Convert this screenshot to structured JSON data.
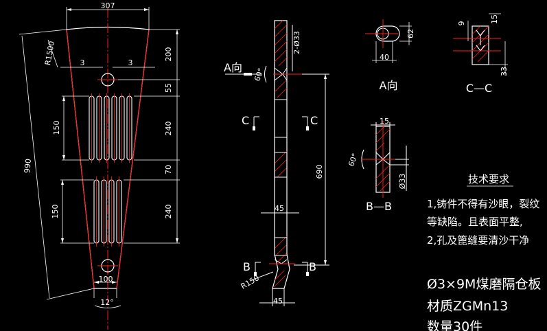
{
  "left_view": {
    "dims": {
      "top_width": "307",
      "r1500": "R1500",
      "gap_left": "3",
      "gap_right": "3",
      "d200": "200",
      "d55": "55",
      "d240a": "240",
      "d70": "70",
      "d240b": "240",
      "d150a": "150",
      "d150b": "150",
      "d990": "990",
      "bottom_width": "100",
      "angle": "12°"
    }
  },
  "side_view": {
    "view_a": "A向",
    "angle": "60°",
    "hole": "2-Ø33",
    "sec_c_left": "C",
    "sec_c_right": "C",
    "d690": "690",
    "d45_mid": "45",
    "sec_b_left": "B",
    "sec_b_right": "B",
    "r150": "R150",
    "d45_bottom": "45"
  },
  "detail_a": {
    "d62": "62",
    "d40": "40",
    "title": "A向"
  },
  "detail_c": {
    "d9": "9",
    "d15": "15",
    "d33": "33",
    "title": "C—C"
  },
  "detail_b": {
    "d15": "15",
    "angle": "60°",
    "hole": "Ø33",
    "title": "B—B"
  },
  "notes": {
    "heading": "技术要求",
    "line1": "1,铸件不得有沙眼，裂纹",
    "line2": "等缺陷。且表面平整,",
    "line3": "2,孔及篦缝要清沙干净"
  },
  "title_block": {
    "name": "Ø3×9M煤磨隔仓板",
    "material": "材质ZGMn13",
    "quantity": "数量30件"
  }
}
